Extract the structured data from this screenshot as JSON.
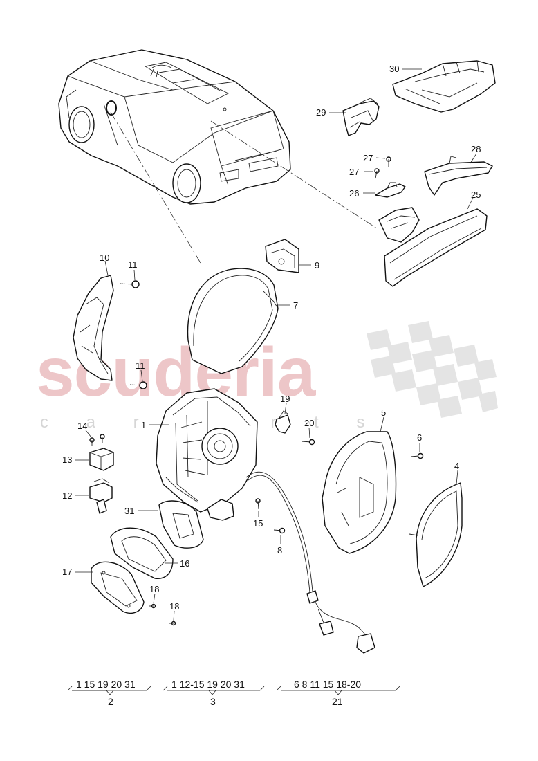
{
  "watermark": {
    "main": "scuderia",
    "sub": "c a r p a r t s"
  },
  "callouts": {
    "c1": "1",
    "c4": "4",
    "c5": "5",
    "c6": "6",
    "c7": "7",
    "c8": "8",
    "c9": "9",
    "c10": "10",
    "c11a": "11",
    "c11b": "11",
    "c12": "12",
    "c13": "13",
    "c14": "14",
    "c15": "15",
    "c16": "16",
    "c17": "17",
    "c18a": "18",
    "c18b": "18",
    "c19": "19",
    "c20": "20",
    "c25": "25",
    "c26": "26",
    "c27a": "27",
    "c27b": "27",
    "c28": "28",
    "c29": "29",
    "c30": "30",
    "c31": "31"
  },
  "legend": [
    {
      "items": "1  15  19  20  31",
      "group": "2"
    },
    {
      "items": "1 12-15 19 20 31",
      "group": "3"
    },
    {
      "items": "6  8  11  15  18-20",
      "group": "21"
    }
  ],
  "colors": {
    "watermark_red": "#e7b3b6",
    "watermark_grey": "#d6d6d6",
    "line": "#111111"
  }
}
